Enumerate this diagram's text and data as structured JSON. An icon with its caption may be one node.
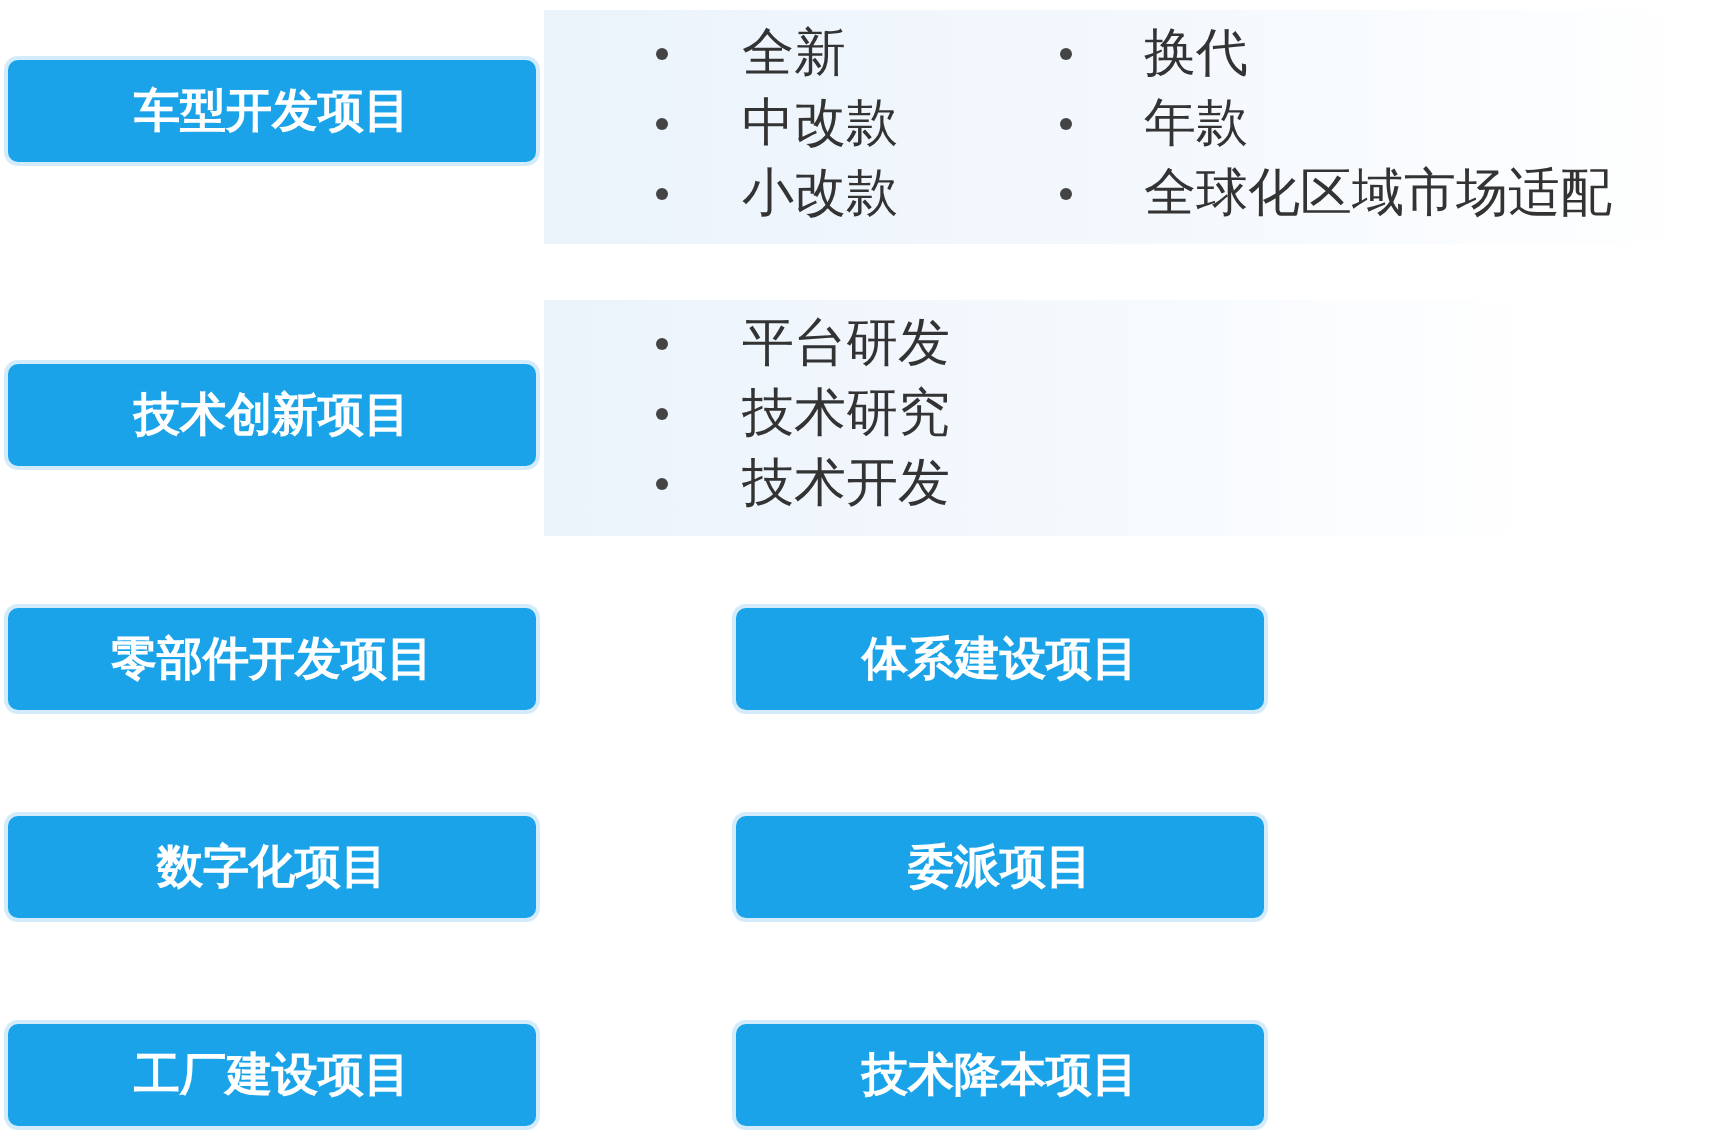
{
  "diagram": {
    "nodes": [
      {
        "text": [
          "全新",
          "中改款",
          "小改款",
          "换代",
          "年款",
          "全球化区域市场适配"
        ]
      },
      {
        "text": [
          "车型开发项目"
        ]
      },
      {
        "text": [
          "平台研发",
          "技术研究",
          "技术开发"
        ]
      },
      {
        "text": [
          "技术创新项目"
        ]
      },
      {
        "text": [
          "零部件开发项目"
        ]
      },
      {
        "text": [
          "体系建设项目"
        ]
      },
      {
        "text": [
          "数字化项目"
        ]
      },
      {
        "text": [
          "委派项目"
        ]
      },
      {
        "text": [
          "工厂建设项目"
        ]
      },
      {
        "text": [
          "技术降本项目"
        ]
      }
    ]
  }
}
